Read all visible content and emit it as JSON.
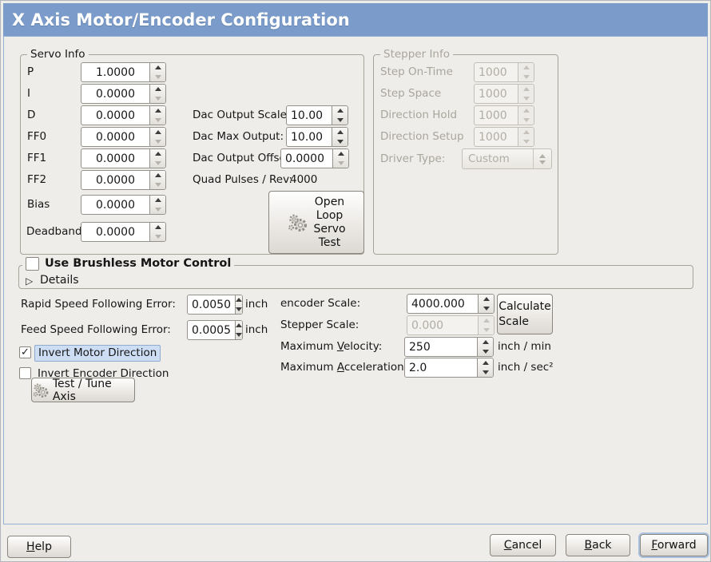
{
  "window": {
    "title": "X Axis Motor/Encoder Configuration"
  },
  "colors": {
    "titlebar": "#7b9cca",
    "content_border": "#95b0d2",
    "focus_ring": "#a9c1de",
    "highlight_label_bg": "#cddef4"
  },
  "servo_info": {
    "legend": "Servo Info",
    "fields": [
      {
        "label": "P",
        "value": "1.0000"
      },
      {
        "label": "I",
        "value": "0.0000"
      },
      {
        "label": "D",
        "value": "0.0000"
      },
      {
        "label": "FF0",
        "value": "0.0000"
      },
      {
        "label": "FF1",
        "value": "0.0000"
      },
      {
        "label": "FF2",
        "value": "0.0000"
      },
      {
        "label": "Bias",
        "value": "0.0000"
      },
      {
        "label": "Deadband",
        "value": "0.0000"
      }
    ],
    "dac_fields": [
      {
        "label": "Dac Output Scale:",
        "value": "10.00"
      },
      {
        "label": "Dac Max Output:",
        "value": "10.00"
      },
      {
        "label": "Dac Output Offset:",
        "value": "0.0000"
      }
    ],
    "quad_pulses_label": "Quad Pulses / Rev:",
    "quad_pulses_value": "4000",
    "open_loop_button": "Open\nLoop\nServo\nTest"
  },
  "stepper_info": {
    "legend": "Stepper Info",
    "fields": [
      {
        "label": "Step On-Time",
        "value": "1000"
      },
      {
        "label": "Step Space",
        "value": "1000"
      },
      {
        "label": "Direction Hold",
        "value": "1000"
      },
      {
        "label": "Direction Setup",
        "value": "1000"
      }
    ],
    "driver_type_label": "Driver Type:",
    "driver_type_value": "Custom"
  },
  "brushless": {
    "checkbox_label": "Use Brushless Motor Control",
    "checked": false,
    "details_label": "Details"
  },
  "following_error": {
    "rapid": {
      "label": "Rapid Speed Following Error:",
      "value": "0.0050",
      "unit": "inch"
    },
    "feed": {
      "label": "Feed Speed Following Error:",
      "value": "0.0005",
      "unit": "inch"
    }
  },
  "scales": {
    "encoder_label": "encoder Scale:",
    "encoder_value": "4000.000",
    "stepper_label": "Stepper Scale:",
    "stepper_value": "0.000",
    "calculate_button": "Calculate\nScale"
  },
  "limits": {
    "velocity": {
      "pre": "Maximum ",
      "mn": "V",
      "post": "elocity:",
      "value": "250",
      "unit": "inch / min"
    },
    "acceleration": {
      "pre": "Maximum ",
      "mn": "A",
      "post": "cceleration:",
      "value": "2.0",
      "unit": "inch / sec²"
    }
  },
  "direction": {
    "invert_motor": {
      "label": "Invert Motor Direction",
      "checked": true
    },
    "invert_encoder": {
      "label": "Invert Encoder Direction",
      "checked": false
    }
  },
  "test_tune_button": "Test / Tune Axis",
  "footer": {
    "help": {
      "mn": "H",
      "post": "elp"
    },
    "cancel": {
      "mn": "C",
      "post": "ancel"
    },
    "back": {
      "mn": "B",
      "post": "ack"
    },
    "forward": {
      "mn": "F",
      "post": "orward"
    }
  }
}
